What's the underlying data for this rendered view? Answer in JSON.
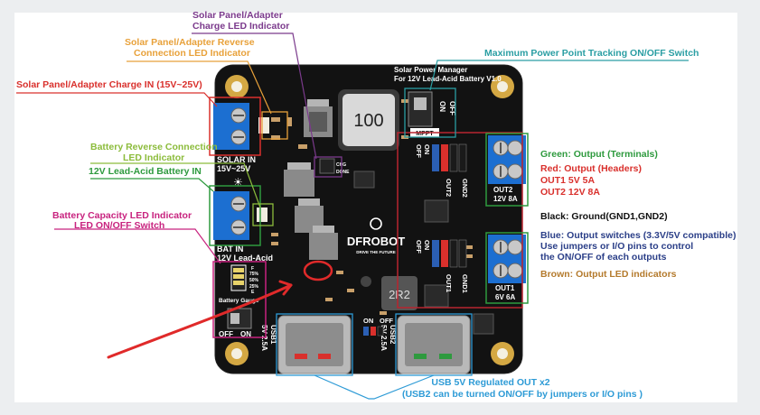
{
  "board": {
    "title_line1": "Solar Power Manager",
    "title_line2": "For 12V Lead-Acid Battery V1.0",
    "inductor": "100",
    "inductor2": "2R2",
    "logo": "DFROBOT",
    "logo_sub": "DRIVE THE FUTURE",
    "solar_in_line1": "SOLAR IN",
    "solar_in_line2": "15V~25V",
    "bat_in_line1": "BAT IN",
    "bat_in_line2": "12V Lead-Acid",
    "mppt_on": "ON",
    "mppt_off": "OFF",
    "mppt": "MPPT",
    "out2": "OUT2",
    "out2_rating": "12V 8A",
    "out1": "OUT1",
    "out1_rating": "6V 6A",
    "out2_switch_off": "OFF",
    "out2_switch_on": "ON",
    "out1_switch_off": "OFF",
    "out1_switch_on": "ON",
    "gnd2": "GND2",
    "gnd1": "GND1",
    "out2_vert": "OUT2",
    "out1_vert": "OUT1",
    "battery_gauge": "Battery Gauge",
    "gauge_75": "75%",
    "gauge_50": "50%",
    "gauge_25": "25%",
    "gauge_f": "F",
    "gauge_e": "E",
    "gauge_off": "OFF",
    "gauge_on": "ON",
    "usb_on": "ON",
    "usb_off": "OFF",
    "usb1": "USB1",
    "usb1_rating": "5V 2.5A",
    "usb2": "USB2",
    "usb2_rating": "5V 2.5A",
    "chg": "CHG",
    "done": "DONE"
  },
  "annotations": {
    "charge_led": [
      "Solar Panel/Adapter",
      "Charge LED Indicator"
    ],
    "reverse_led": [
      "Solar Panel/Adapter Reverse",
      "Connection LED Indicator"
    ],
    "charge_in": "Solar Panel/Adapter Charge IN  (15V~25V)",
    "mppt": "Maximum Power Point Tracking ON/OFF Switch",
    "bat_reverse": [
      "Battery Reverse Connection",
      "LED Indicator"
    ],
    "bat_in": "12V Lead-Acid Battery IN",
    "capacity": [
      "Battery Capacity LED Indicator",
      "LED ON/OFF Switch"
    ],
    "green": "Green:  Output (Terminals)",
    "red_header": "Red:  Output (Headers)",
    "out1_spec": "OUT1 5V 5A",
    "out2_spec": "OUT2 12V 8A",
    "black": "Black:  Ground(GND1,GND2)",
    "blue_1": "Blue:  Output switches  (3.3V/5V compatible)",
    "blue_2": "Use jumpers or I/O pins to control",
    "blue_3": "the ON/OFF of each outputs",
    "brown": "Brown:  Output LED indicators",
    "usb_1": "USB 5V Regulated OUT x2",
    "usb_2": "(USB2 can be turned ON/OFF by jumpers or I/O pins )"
  },
  "colors": {
    "purple": "#7b3a8c",
    "orange": "#e8a13a",
    "red": "#d9302c",
    "teal": "#2a9ea3",
    "lime": "#8cbc3c",
    "green": "#2e9a3e",
    "magenta": "#c8237f",
    "crimson": "#b8242f",
    "navy": "#2b3f88",
    "brown": "#b47a2c",
    "blue": "#2e9bd6",
    "pcb": "#111111"
  }
}
